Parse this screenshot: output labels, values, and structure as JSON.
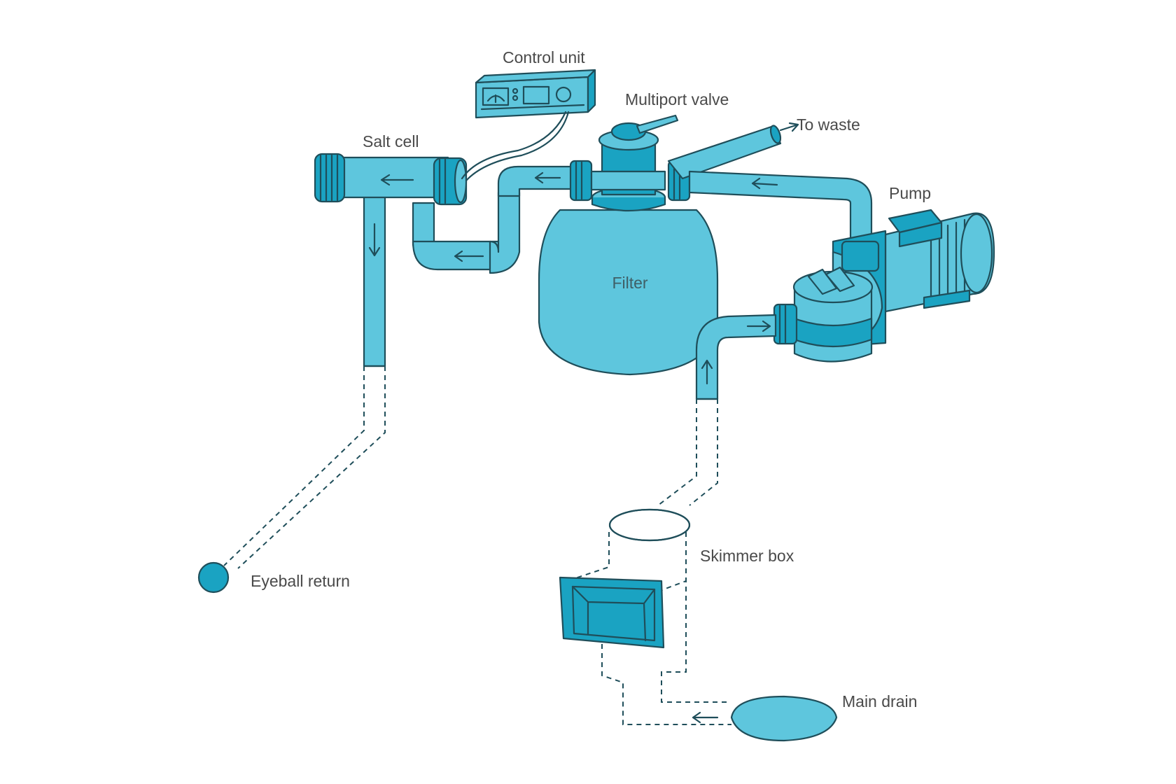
{
  "labels": {
    "control_unit": "Control unit",
    "multiport_valve": "Multiport valve",
    "to_waste": "To waste",
    "salt_cell": "Salt cell",
    "pump": "Pump",
    "filter": "Filter",
    "skimmer_box": "Skimmer box",
    "eyeball_return": "Eyeball return",
    "main_drain": "Main drain"
  },
  "colors": {
    "pipe_fill": "#5ec6dd",
    "pipe_dark": "#1aa3c2",
    "outline": "#1f4e5a",
    "label_text": "#4a4a4a"
  }
}
